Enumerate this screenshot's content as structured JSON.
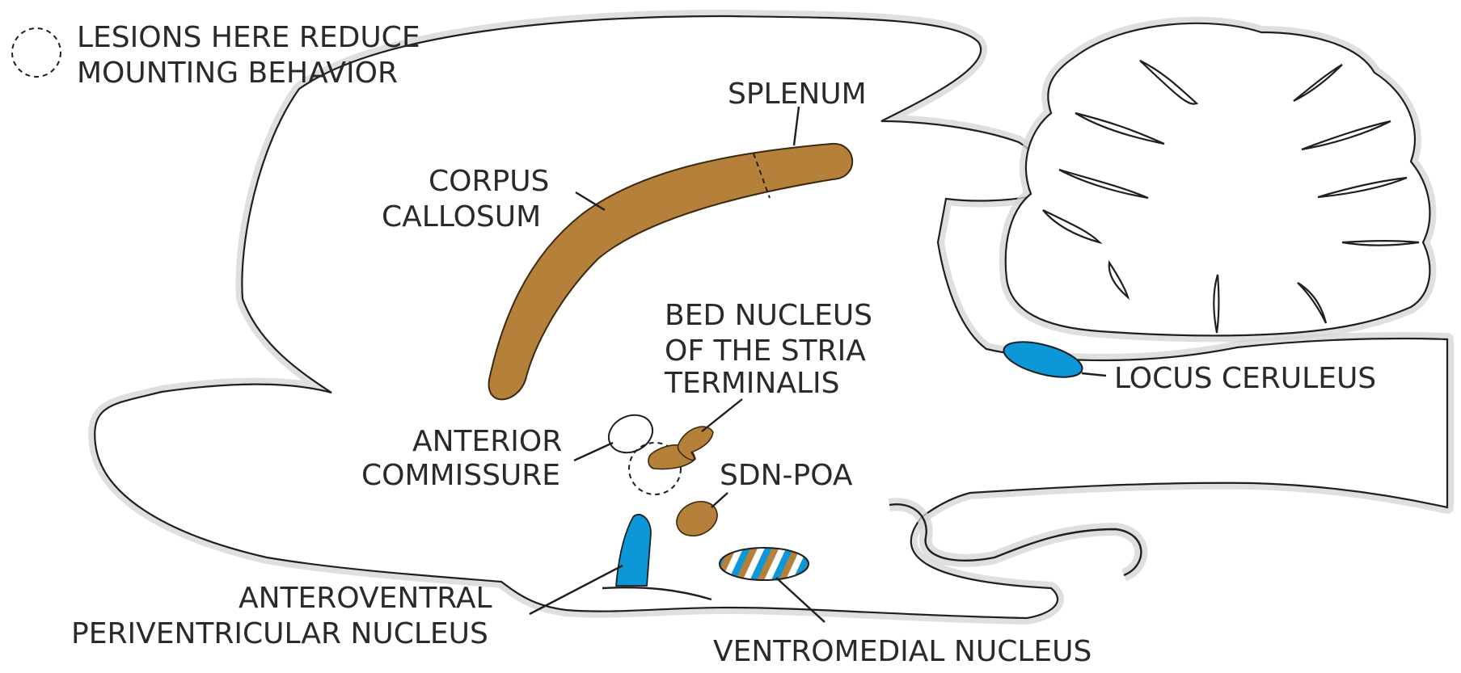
{
  "legend": {
    "text_line1": "LESIONS HERE REDUCE",
    "text_line2": "MOUNTING BEHAVIOR"
  },
  "labels": {
    "splenum": "SPLENUM",
    "corpus_callosum_line1": "CORPUS",
    "corpus_callosum_line2": "CALLOSUM",
    "bed_nucleus_line1": "BED NUCLEUS",
    "bed_nucleus_line2": "OF THE STRIA",
    "bed_nucleus_line3": "TERMINALIS",
    "anterior_commissure_line1": "ANTERIOR",
    "anterior_commissure_line2": "COMMISSURE",
    "sdn_poa": "SDN-POA",
    "locus_ceruleus": "LOCUS CERULEUS",
    "anteroventral_line1": "ANTEROVENTRAL",
    "anteroventral_line2": "PERIVENTRICULAR NUCLEUS",
    "ventromedial_nucleus": "VENTROMEDIAL NUCLEUS"
  },
  "colors": {
    "brown": "#b5813a",
    "blue": "#0b97d8",
    "outline": "#1f1f1f",
    "halo": "#d4d4d4"
  }
}
